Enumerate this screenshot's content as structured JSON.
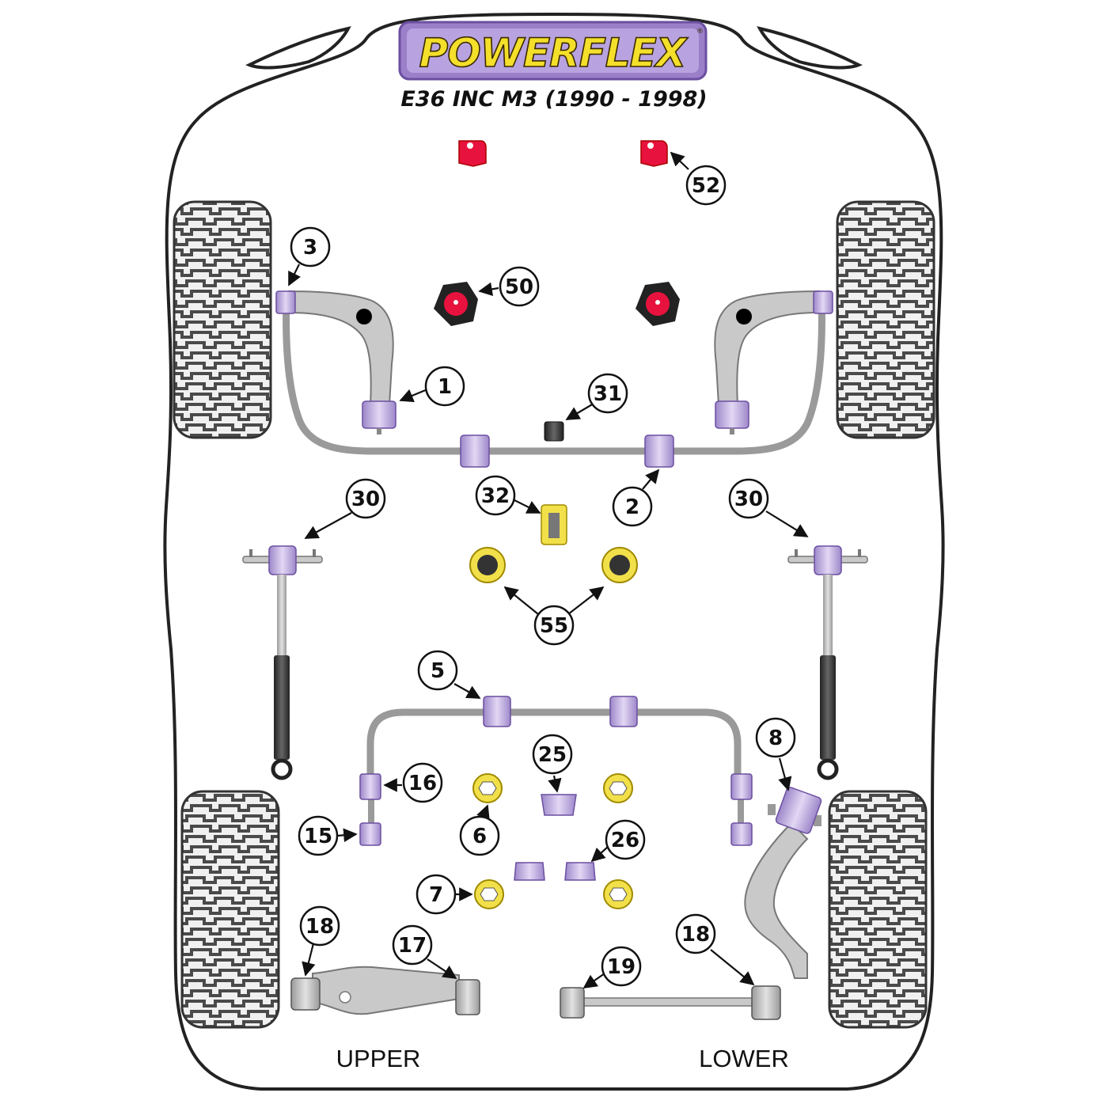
{
  "brand": {
    "logo_text": "POWERFLEX",
    "registered_mark": "®",
    "model_title": "E36 INC M3 (1990 - 1998)"
  },
  "sections": {
    "upper": "UPPER",
    "lower": "LOWER"
  },
  "part_labels": [
    {
      "id": "52",
      "text": "52"
    },
    {
      "id": "3",
      "text": "3"
    },
    {
      "id": "50",
      "text": "50"
    },
    {
      "id": "1",
      "text": "1"
    },
    {
      "id": "31",
      "text": "31"
    },
    {
      "id": "32",
      "text": "32"
    },
    {
      "id": "2",
      "text": "2"
    },
    {
      "id": "30-left",
      "text": "30"
    },
    {
      "id": "30-right",
      "text": "30"
    },
    {
      "id": "55",
      "text": "55"
    },
    {
      "id": "5",
      "text": "5"
    },
    {
      "id": "25",
      "text": "25"
    },
    {
      "id": "8",
      "text": "8"
    },
    {
      "id": "16",
      "text": "16"
    },
    {
      "id": "15",
      "text": "15"
    },
    {
      "id": "6",
      "text": "6"
    },
    {
      "id": "26",
      "text": "26"
    },
    {
      "id": "7",
      "text": "7"
    },
    {
      "id": "18-upper",
      "text": "18"
    },
    {
      "id": "17",
      "text": "17"
    },
    {
      "id": "18-lower",
      "text": "18"
    },
    {
      "id": "19",
      "text": "19"
    }
  ],
  "colors": {
    "bushing_purple": "#c8b6e6",
    "bushing_shadow": "#8f78bd",
    "red_bushing": "#e8123e",
    "yellow_bushing": "#f2e04a",
    "arm_grey": "#c9c9c9",
    "tyre_dark": "#555555",
    "logo_purple": "#9b7fc9",
    "logo_yellow": "#f4df2a"
  }
}
